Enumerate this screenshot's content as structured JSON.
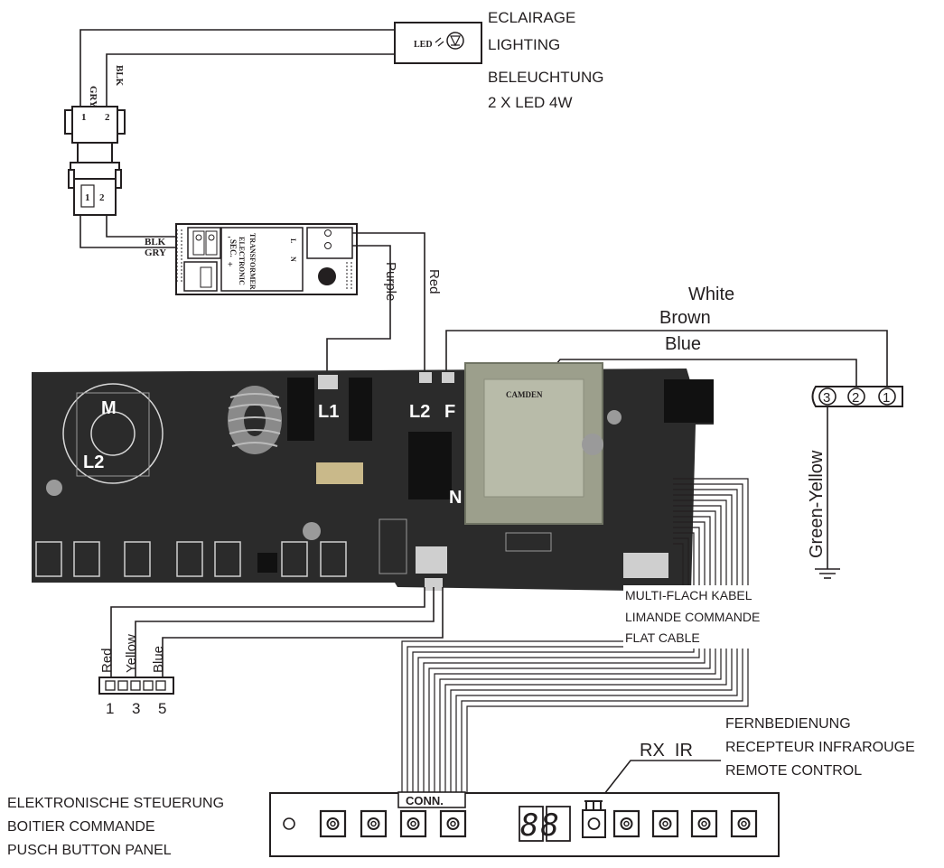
{
  "lighting": {
    "title_fr": "ECLAIRAGE",
    "title_en": "LIGHTING",
    "title_de": "BELEUCHTUNG",
    "spec": "2 X LED 4W",
    "led_label": "LED",
    "wire_grey": "GRY",
    "wire_black": "BLK",
    "pin1": "1",
    "pin2": "2"
  },
  "transformer": {
    "wire_black": "BLK",
    "wire_grey": "GRY",
    "label_line1": "ELECTRONIC",
    "label_line2": "TRANSFORMER",
    "sec": "SEC.",
    "minus": "-",
    "plus": "+",
    "l": "L",
    "n": "N",
    "wire_purple": "Purple",
    "wire_red": "Red"
  },
  "mains": {
    "white": "White",
    "brown": "Brown",
    "blue": "Blue",
    "ground": "Green-Yellow",
    "terminal_3": "3",
    "terminal_2": "2",
    "terminal_1": "1"
  },
  "board": {
    "m": "M",
    "l2_motor": "L2",
    "l1": "L1",
    "l2": "L2",
    "f": "F",
    "n": "N"
  },
  "small_connector": {
    "red": "Red",
    "yellow": "Yellow",
    "blue": "Blue",
    "pin1": "1",
    "pin3": "3",
    "pin5": "5"
  },
  "flat_cable": {
    "line1": "MULTI-FLACH KABEL",
    "line2": "LIMANDE COMMANDE",
    "line3": "FLAT CABLE"
  },
  "remote": {
    "line1": "FERNBEDIENUNG",
    "line2": "RECEPTEUR INFRAROUGE",
    "line3": "REMOTE CONTROL",
    "rx_ir": "RX  IR"
  },
  "panel": {
    "line1": "ELEKTRONISCHE STEUERUNG",
    "line2": "BOITIER COMMANDE",
    "line3": "PUSCH BUTTON PANEL",
    "conn": "CONN.",
    "display": "88"
  },
  "colors": {
    "ink": "#231f20",
    "board": "#2b2b2b",
    "transformer_body": "#9c9f8c"
  }
}
